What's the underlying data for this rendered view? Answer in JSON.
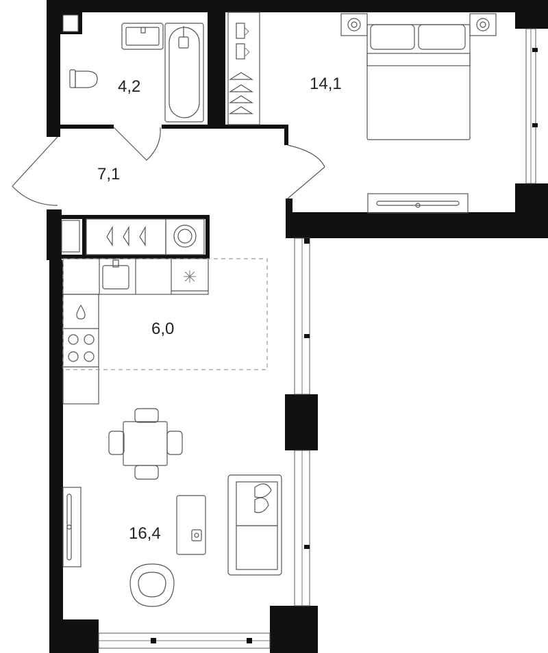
{
  "rooms": [
    {
      "id": "bathroom",
      "area": "4,2"
    },
    {
      "id": "bedroom",
      "area": "14,1"
    },
    {
      "id": "hall",
      "area": "7,1"
    },
    {
      "id": "kitchen",
      "area": "6,0"
    },
    {
      "id": "living",
      "area": "16,4"
    }
  ],
  "colors": {
    "wall": "#111111",
    "line": "#555555",
    "background": "#ffffff"
  },
  "icons": [
    "toilet-icon",
    "sink-icon",
    "bathtub-icon",
    "bed-icon",
    "wardrobe-icon",
    "washing-machine-icon",
    "kitchen-sink-icon",
    "stove-icon",
    "dining-table-icon",
    "sofa-icon",
    "armchair-icon",
    "tv-icon",
    "coffee-table-icon"
  ]
}
